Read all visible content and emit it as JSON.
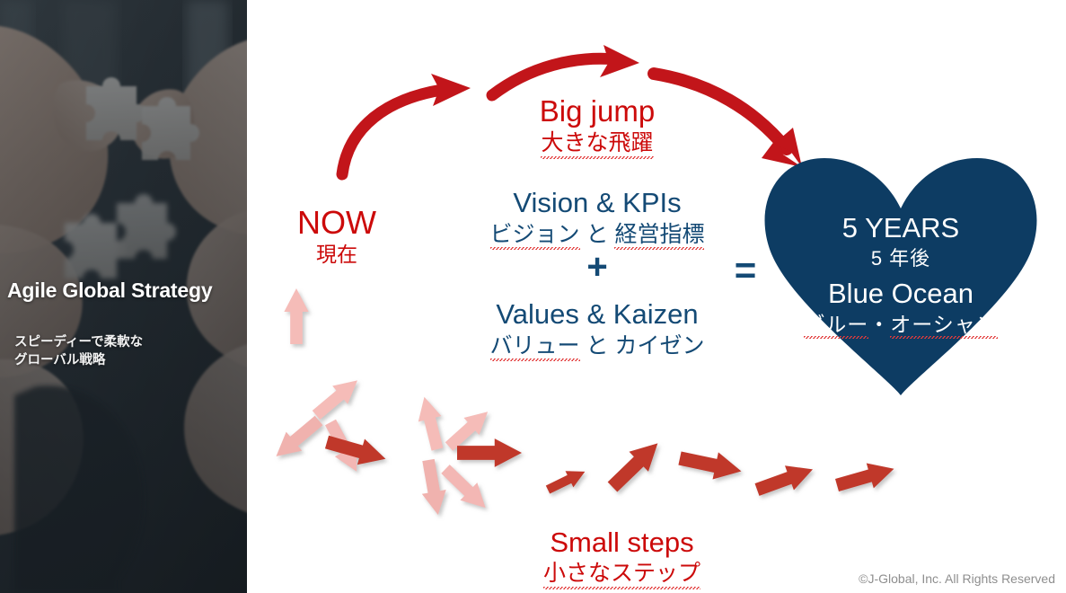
{
  "slide": {
    "background_color": "#ffffff",
    "accent_red": "#cc0a0a",
    "arrow_red": "#c0392b",
    "arrow_pink": "#f3b7b4",
    "navy": "#144a75",
    "heart_navy": "#0d3c63"
  },
  "photo_panel": {
    "title": "Agile Global Strategy",
    "subtitle_line1": "スピーディーで柔軟な",
    "subtitle_line2": "グローバル戦略",
    "image_alt": "two-hands-joining-puzzle-pieces"
  },
  "now": {
    "english": "NOW",
    "japanese": "現在"
  },
  "big_jump": {
    "english": "Big jump",
    "japanese": "大きな飛躍"
  },
  "vision": {
    "english": "Vision & KPIs",
    "japanese_part1": "ビジョン",
    "japanese_joiner": "と",
    "japanese_part2": "経営指標"
  },
  "plus": {
    "symbol": "+"
  },
  "values": {
    "english": "Values & Kaizen",
    "japanese_part1": "バリュー",
    "japanese_joiner": "と",
    "japanese_part2": "カイゼン"
  },
  "equals": {
    "symbol": "="
  },
  "heart": {
    "years_english": "5 YEARS",
    "years_japanese": "5 年後",
    "ocean_english": "Blue Ocean",
    "ocean_japanese_part1": "ブルー",
    "ocean_japanese_sep": "・",
    "ocean_japanese_part2": "オーシャン"
  },
  "small_steps": {
    "english": "Small steps",
    "japanese": "小さなステップ"
  },
  "footer": {
    "copyright": "©J-Global, Inc.  All Rights Reserved"
  },
  "diagram": {
    "curved_arrow_count": 3,
    "step_arrow_count": 7,
    "radiating_cluster_count": 2,
    "radiating_arrows_per_cluster": 5
  }
}
